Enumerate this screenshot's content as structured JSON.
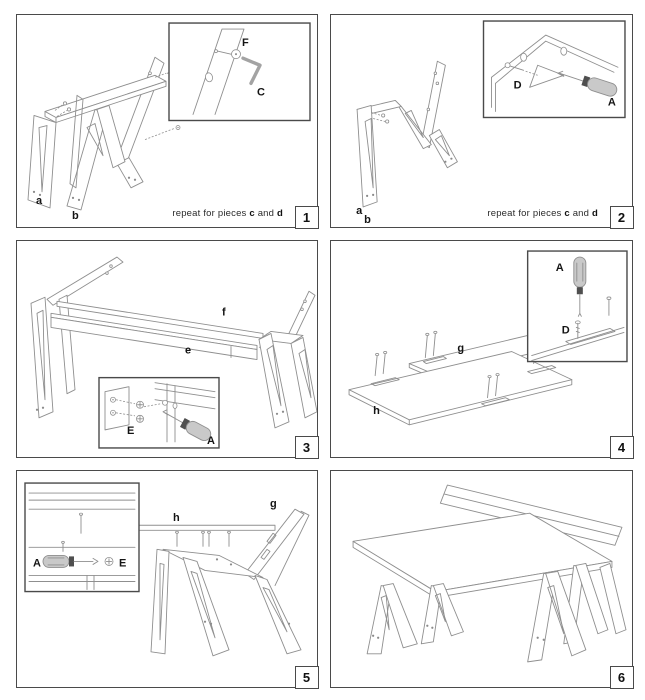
{
  "style": {
    "panel_border": "#4a4a4a",
    "line_color": "#8f8f8f",
    "label_color": "#141414",
    "background": "#ffffff"
  },
  "caption": {
    "prefix": "repeat for pieces",
    "bold1": "c",
    "mid": "and",
    "bold2": "d"
  },
  "panels": [
    {
      "step": "1",
      "labels": {
        "a": "a",
        "b": "b",
        "F": "F",
        "C": "C"
      }
    },
    {
      "step": "2",
      "labels": {
        "a": "a",
        "b": "b",
        "D": "D",
        "A": "A"
      }
    },
    {
      "step": "3",
      "labels": {
        "e": "e",
        "f": "f",
        "E": "E",
        "A": "A"
      }
    },
    {
      "step": "4",
      "labels": {
        "g": "g",
        "h": "h",
        "A": "A",
        "D": "D"
      }
    },
    {
      "step": "5",
      "labels": {
        "g": "g",
        "h": "h",
        "A": "A",
        "E": "E"
      }
    },
    {
      "step": "6",
      "labels": {}
    }
  ]
}
